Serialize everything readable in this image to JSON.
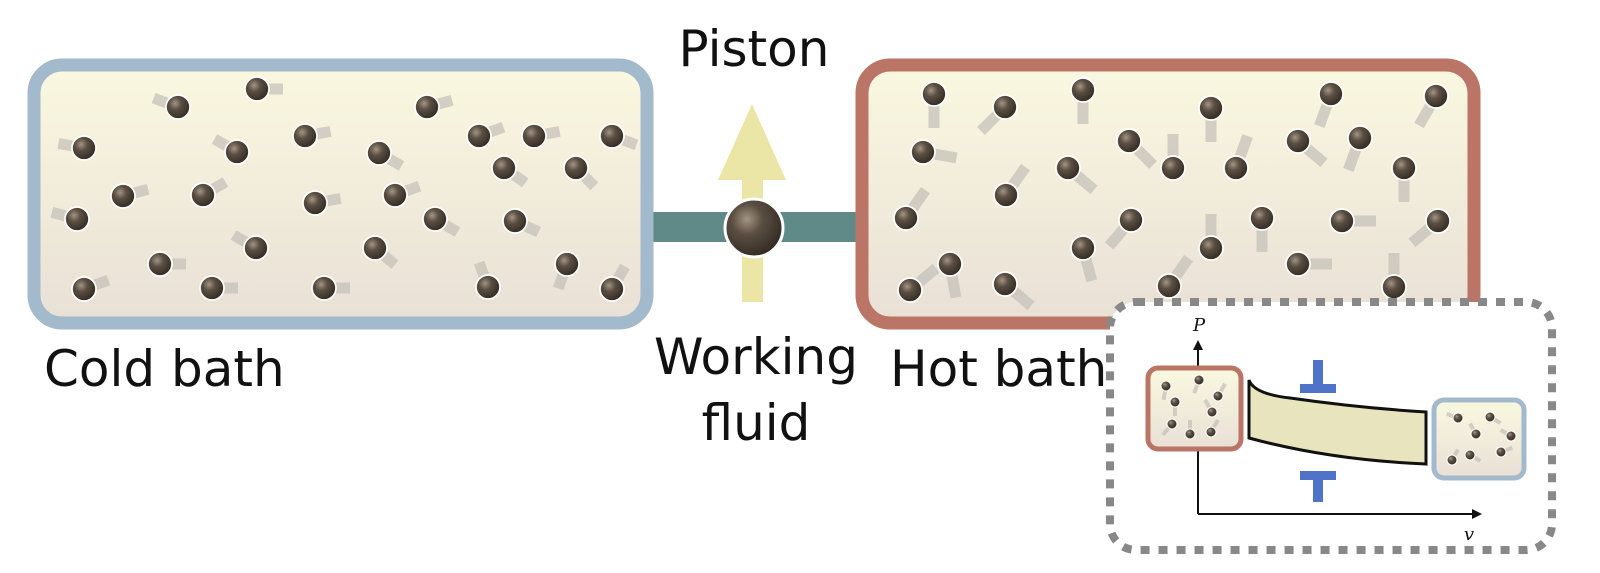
{
  "labels": {
    "piston": "Piston",
    "working_fluid_line1": "Working",
    "working_fluid_line2": "fluid",
    "cold_bath": "Cold bath",
    "hot_bath": "Hot bath"
  },
  "inset": {
    "y_axis_label": "P",
    "x_axis_label": "v"
  },
  "colors": {
    "cold_border": "#a3b9cc",
    "hot_border": "#bb7566",
    "bath_fill_top": "#faf8e0",
    "bath_fill_bottom": "#e9e0d6",
    "connector": "#5f8a88",
    "arrow": "#ece6a6",
    "particle": "#4a3f35",
    "inset_border": "#888888",
    "blue_marker": "#4f73c9"
  },
  "icons": {
    "particle": "gas-particle-icon",
    "arrow": "up-arrow-icon",
    "piston_ball": "piston-ball-icon"
  }
}
